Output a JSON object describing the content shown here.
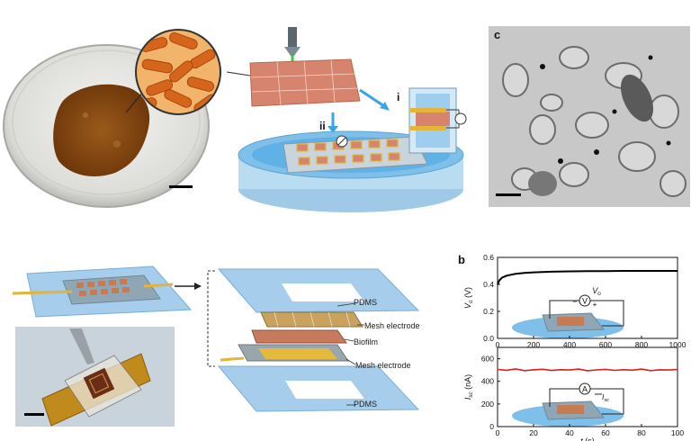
{
  "panels": {
    "c": {
      "letter": "c"
    },
    "b": {
      "letter": "b"
    }
  },
  "device_diagram": {
    "step_i": "i",
    "step_ii": "ii"
  },
  "exploded_view": {
    "layers": [
      "PDMS",
      "Mesh electrode",
      "Biofilm",
      "Mesh electrode",
      "PDMS"
    ]
  },
  "chart_data": [
    {
      "type": "line",
      "ylabel_main": "V",
      "ylabel_sub": "o",
      "ylabel_unit": "(V)",
      "xlim": [
        0,
        1000
      ],
      "ylim": [
        0.0,
        0.6
      ],
      "xticks": [
        "0",
        "200",
        "400",
        "600",
        "800",
        "1000"
      ],
      "yticks": [
        "0.0",
        "0.2",
        "0.4",
        "0.6"
      ],
      "series_color": "#000000",
      "x": [
        0,
        10,
        25,
        50,
        100,
        150,
        200,
        300,
        400,
        500,
        600,
        700,
        800,
        900,
        1000
      ],
      "y": [
        0.4,
        0.43,
        0.45,
        0.465,
        0.478,
        0.485,
        0.489,
        0.494,
        0.497,
        0.498,
        0.499,
        0.5,
        0.5,
        0.5,
        0.5
      ],
      "inset_meter": "V",
      "inset_symbol_main": "V",
      "inset_symbol_sub": "o",
      "inset_minus": "−",
      "inset_plus": "+"
    },
    {
      "type": "line",
      "ylabel_main": "I",
      "ylabel_sub": "sc",
      "ylabel_unit": "(nA)",
      "xlabel_main": "t",
      "xlabel_unit": "(s)",
      "xlim": [
        0,
        100
      ],
      "ylim": [
        0,
        700
      ],
      "xticks": [
        "0",
        "20",
        "40",
        "60",
        "80",
        "100"
      ],
      "yticks": [
        "0",
        "200",
        "400",
        "600"
      ],
      "series_color": "#d62020",
      "x": [
        0,
        5,
        10,
        15,
        20,
        25,
        30,
        35,
        40,
        45,
        50,
        55,
        60,
        65,
        70,
        75,
        80,
        85,
        90,
        95,
        100
      ],
      "y": [
        505,
        498,
        510,
        495,
        502,
        507,
        496,
        503,
        500,
        508,
        494,
        501,
        506,
        497,
        503,
        499,
        508,
        495,
        502,
        500,
        504
      ],
      "inset_meter": "A",
      "inset_symbol_main": "I",
      "inset_symbol_sub": "sc"
    }
  ]
}
